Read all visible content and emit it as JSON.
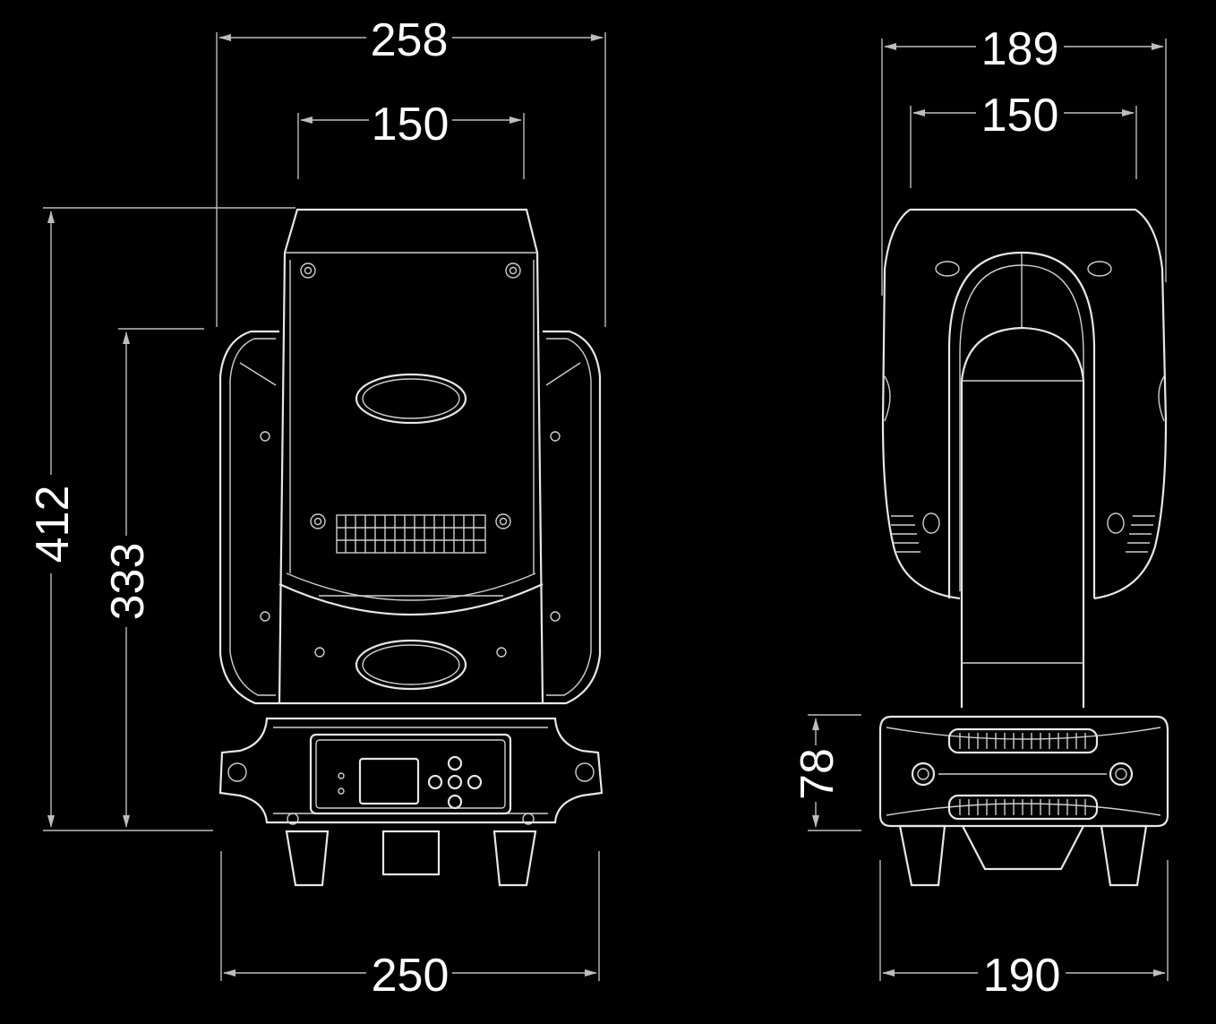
{
  "dimensions": {
    "front_top_width": "258",
    "front_head_width": "150",
    "front_total_height": "412",
    "front_arm_height": "333",
    "front_base_width": "250",
    "side_top_width": "189",
    "side_head_width": "150",
    "side_base_height": "78",
    "side_base_width": "190"
  },
  "colors": {
    "background": "#000000",
    "line": "#e6e6e6",
    "dimension": "#bdbdbd",
    "label": "#ffffff"
  }
}
